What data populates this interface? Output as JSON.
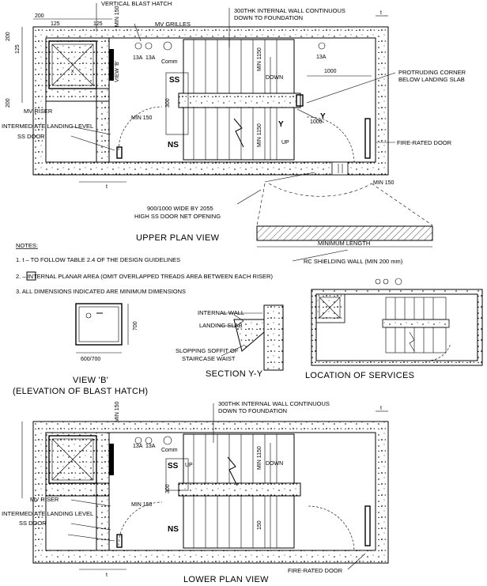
{
  "upper_plan": {
    "title": "UPPER PLAN VIEW",
    "labels": {
      "vertical_blast_hatch": "VERTICAL BLAST HATCH",
      "mv_grilles": "MV GRILLES",
      "internal_wall": "300THK INTERNAL WALL CONTINUOUS",
      "internal_wall_2": "DOWN TO FOUNDATION",
      "protruding_corner": "PROTRUDING CORNER",
      "protruding_corner_2": "BELOW LANDING SLAB",
      "mv_riser": "MV RISER",
      "intermediate_landing": "INTERMEDIATE LANDING LEVEL",
      "ss_door": "SS DOOR",
      "fire_rated_door": "FIRE-RATED DOOR",
      "door_opening": "900/1000 WIDE BY 2055",
      "door_opening_2": "HIGH SS DOOR NET OPENING",
      "minimum_length": "MINIMUM LENGTH",
      "rc_shielding": "RC SHIELDING WALL (MIN 200 mm)",
      "ss": "SS",
      "ns": "NS",
      "down": "DOWN",
      "up": "UP",
      "comm": "Comm",
      "socket": "13A",
      "view_b": "VIEW 'B'",
      "y": "Y"
    },
    "dims": {
      "d200": "200",
      "d125": "125",
      "min150": "MIN 150",
      "min": "MIN",
      "n150": "150",
      "min1150": "MIN 1150",
      "d1000": "1000",
      "d300": "300",
      "t": "t"
    }
  },
  "notes": {
    "heading": "NOTES:",
    "n1": "1.  t – TO FOLLOW TABLE 2.4 OF THE DESIGN GUIDELINES",
    "n2": "2.     – INTERNAL PLANAR AREA (OMIT OVERLAPPED TREADS AREA BETWEEN EACH RISER)",
    "n3": "3.  ALL DIMENSIONS INDICATED ARE MINIMUM DIMENSIONS"
  },
  "view_b": {
    "title": "VIEW 'B'",
    "subtitle": "(ELEVATION OF BLAST HATCH)",
    "dim_w": "600/700",
    "dim_h": "700"
  },
  "section": {
    "title": "SECTION Y-Y",
    "internal_wall": "INTERNAL WALL",
    "landing_slab": "LANDING SLAB",
    "soffit": "SLOPPING SOFFIT OF",
    "soffit_2": "STAIRCASE WAIST"
  },
  "location": {
    "title": "LOCATION OF SERVICES"
  },
  "lower_plan": {
    "title": "LOWER PLAN VIEW"
  }
}
